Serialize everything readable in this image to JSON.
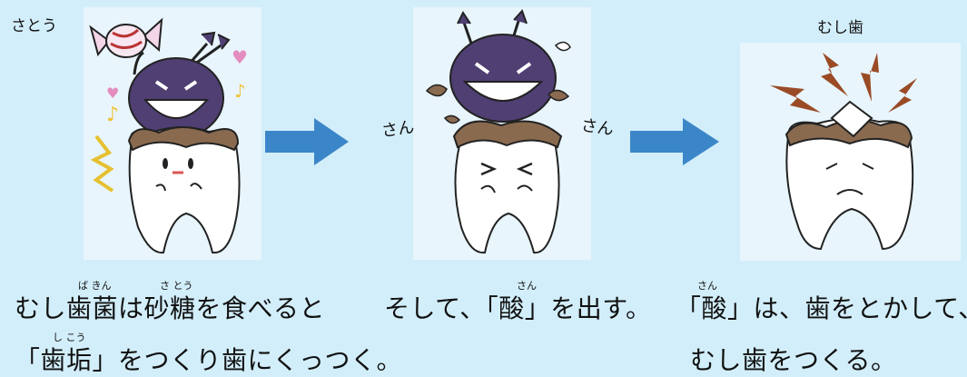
{
  "panel1": {
    "label_sugar": "さとう",
    "caption_line1": "むし歯菌は砂糖を食べると",
    "caption_line2": "「歯垢」をつくり歯にくっつく。",
    "ruby_bakin": "ば きん",
    "ruby_satou": "さ とう",
    "ruby_shikou": "し こう"
  },
  "panel2": {
    "sound_left": "さん",
    "sound_right": "さん",
    "caption_line1": "そして、「酸」を出す。",
    "ruby_san": "さん"
  },
  "panel3": {
    "title": "むし歯",
    "caption_line1": "「酸」は、歯をとかして、",
    "caption_line2": "むし歯をつくる。",
    "ruby_san": "さん"
  },
  "colors": {
    "background": "#d2eefa",
    "arrow": "#3b86c8",
    "germ": "#4f3f72",
    "plaque": "#8a6a4f",
    "lightning": "#9a4b26"
  }
}
